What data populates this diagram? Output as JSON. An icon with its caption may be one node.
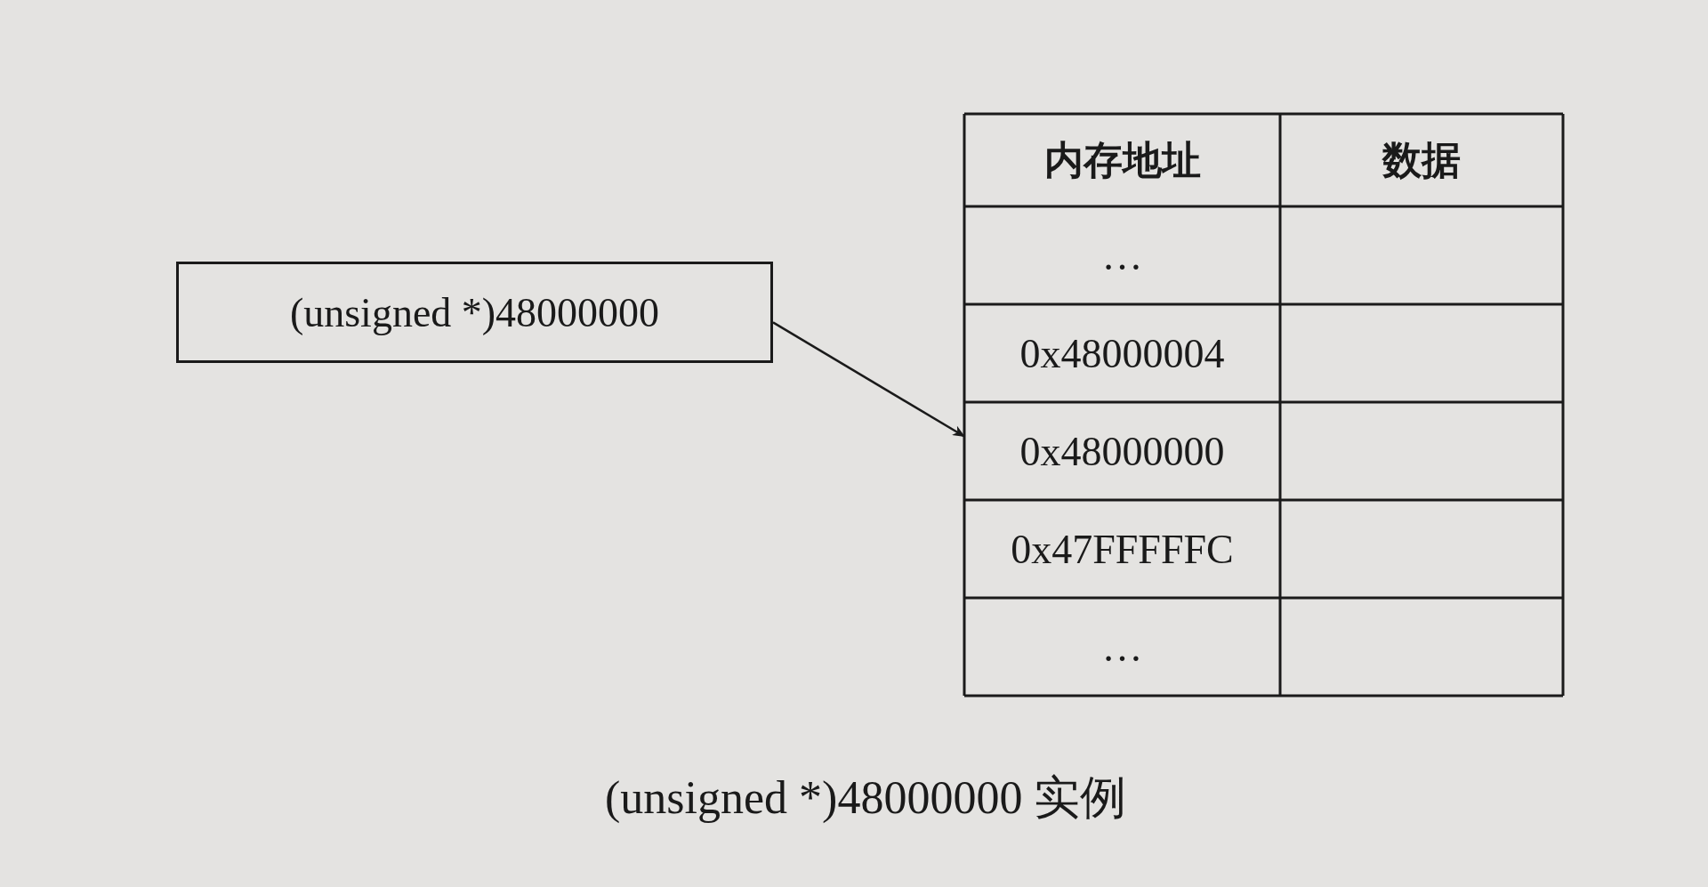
{
  "diagram": {
    "caption": "(unsigned *)48000000 实例",
    "nodes": [
      {
        "text": [
          "(unsigned *)48000000"
        ]
      },
      {
        "text": [
          "0x48000000"
        ]
      }
    ],
    "edges": [
      {
        "from": 0,
        "to": 1,
        "arrow": "to"
      }
    ],
    "labels": [
      "内存地址",
      "数据",
      "…",
      "0x48000004",
      "0x47FFFFFC",
      "…"
    ]
  }
}
